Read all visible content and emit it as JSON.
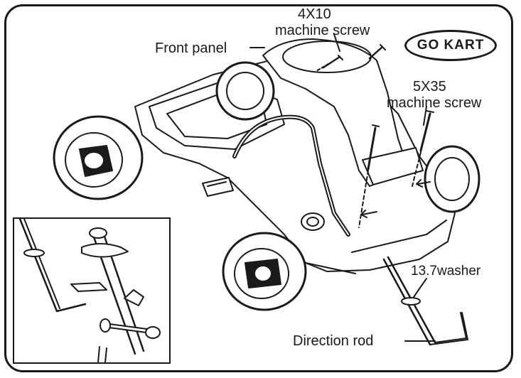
{
  "labels": {
    "screw_4x10_size": "4X10",
    "screw_4x10_name": "machine screw",
    "front_panel": "Front panel",
    "screw_5x35_size": "5X35",
    "screw_5x35_name": "machine screw",
    "washer": "13.7washer",
    "direction_rod": "Direction rod"
  },
  "badge": {
    "text": "GO KART"
  },
  "colors": {
    "ink": "#1a1a1a",
    "paper": "#ffffff",
    "shade": "#9a9a9a"
  }
}
